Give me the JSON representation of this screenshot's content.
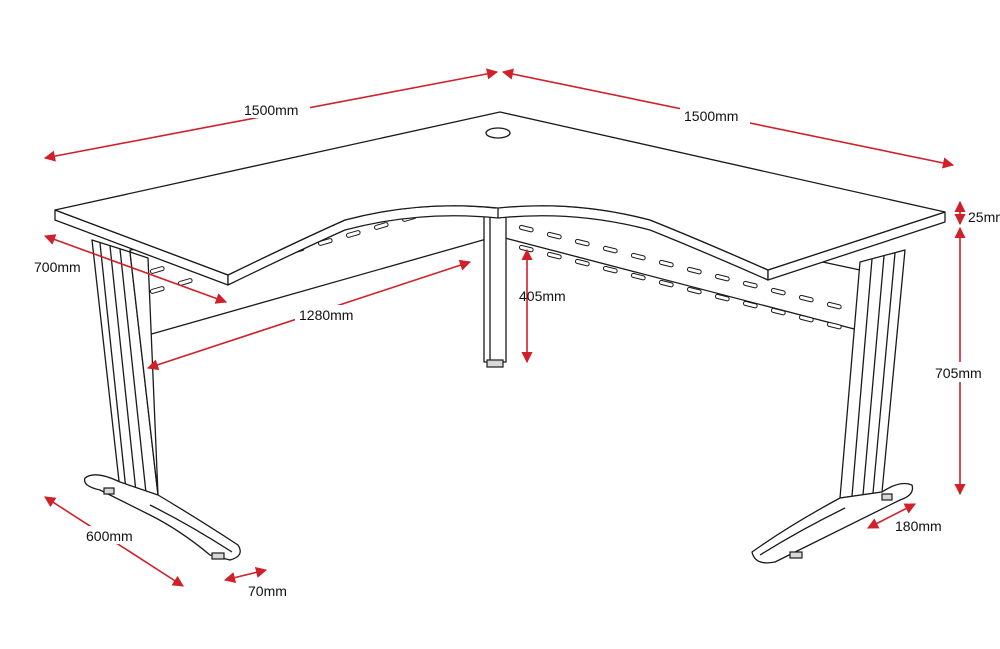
{
  "title": "Corner desk dimension diagram",
  "dimensions": {
    "left_width": "1500mm",
    "right_width": "1500mm",
    "top_thickness": "25mm",
    "depth": "700mm",
    "modesty_panel_width": "1280mm",
    "modesty_panel_height": "405mm",
    "height": "705mm",
    "foot_length": "600mm",
    "foot_width": "70mm",
    "foot_height": "180mm"
  },
  "colors": {
    "dimension_line": "#d0202a",
    "outline": "#1a1a1a"
  }
}
